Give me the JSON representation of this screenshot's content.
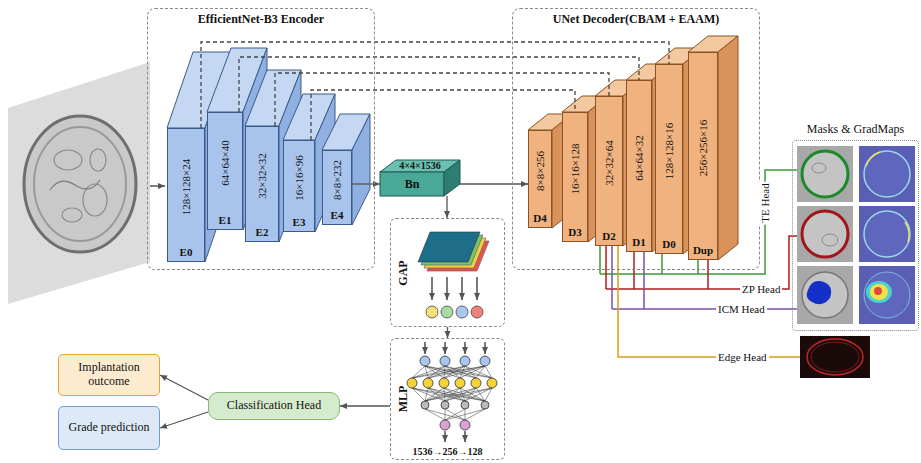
{
  "diagram": {
    "nodes": [
      {
        "text": [
          "EfficientNet-B3 Encoder"
        ]
      },
      {
        "text": [
          "128×128×24",
          "E0"
        ],
        "in": 0
      },
      {
        "text": [
          "64×64×40",
          "E1"
        ],
        "in": 0
      },
      {
        "text": [
          "32×32×32",
          "E2"
        ],
        "in": 0
      },
      {
        "text": [
          "16×16×96",
          "E3"
        ],
        "in": 0
      },
      {
        "text": [
          "8×8×232",
          "E4"
        ],
        "in": 0
      },
      {
        "text": [
          "4×4×1536",
          "Bn"
        ]
      },
      {
        "text": [
          "UNet Decoder(CBAM + EAAM)"
        ]
      },
      {
        "text": [
          "8×8×256",
          "D4"
        ],
        "in": 7
      },
      {
        "text": [
          "16×16×128",
          "D3"
        ],
        "in": 7
      },
      {
        "text": [
          "32×32×64",
          "D2"
        ],
        "in": 7
      },
      {
        "text": [
          "64×64×32",
          "D1"
        ],
        "in": 7
      },
      {
        "text": [
          "128×128×16",
          "D0"
        ],
        "in": 7
      },
      {
        "text": [
          "256×256×16",
          "Dup"
        ],
        "in": 7
      },
      {
        "text": [
          "Masks & GradMaps"
        ]
      },
      {
        "text": [
          "GAP"
        ]
      },
      {
        "text": [
          "MLP",
          "1536→256→128"
        ]
      },
      {
        "text": [
          "Classification Head"
        ]
      },
      {
        "text": [
          "Implantation outcome"
        ]
      },
      {
        "text": [
          "Grade prediction"
        ]
      }
    ],
    "edges": [
      {
        "from": 5,
        "to": 6,
        "arrow": "to"
      },
      {
        "from": 6,
        "to": 8,
        "arrow": "to"
      },
      {
        "from": 6,
        "to": 15,
        "arrow": "to"
      },
      {
        "from": 15,
        "to": 16,
        "arrow": "to"
      },
      {
        "from": 16,
        "to": 17,
        "arrow": "to"
      },
      {
        "from": 17,
        "to": 18,
        "arrow": "to"
      },
      {
        "from": 17,
        "to": 19,
        "arrow": "to"
      },
      {
        "from": 1,
        "to": 12,
        "arrow": "none"
      },
      {
        "from": 2,
        "to": 11,
        "arrow": "none"
      },
      {
        "from": 3,
        "to": 10,
        "arrow": "none"
      },
      {
        "from": 4,
        "to": 9,
        "arrow": "none"
      }
    ],
    "labels": [
      "TE Head",
      "ZP Head",
      "ICM Head",
      "Edge Head"
    ]
  }
}
